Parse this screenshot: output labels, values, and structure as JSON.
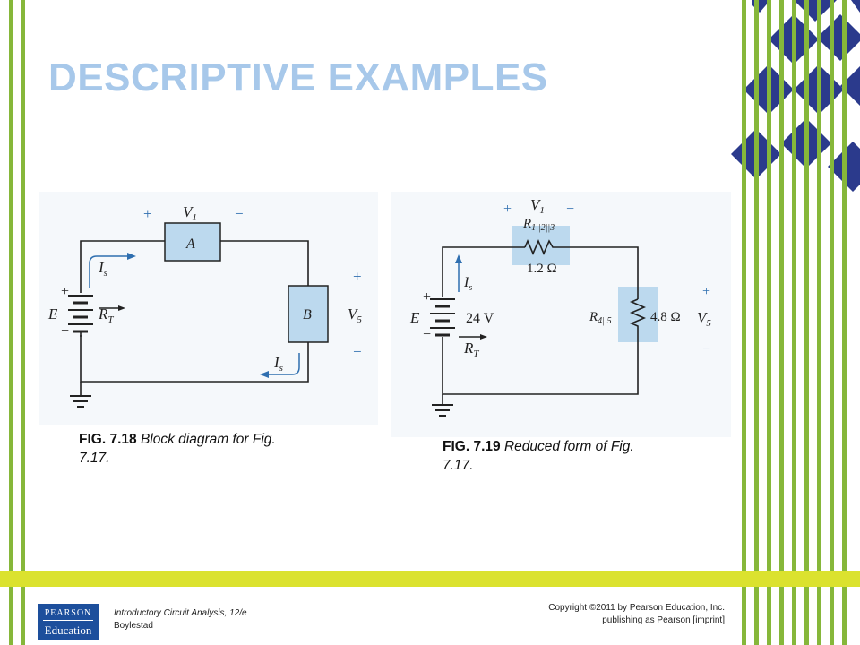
{
  "slide": {
    "title": "DESCRIPTIVE EXAMPLES"
  },
  "colors": {
    "stripe_green": "#86b73a",
    "band_yellow": "#dbe22f",
    "diamond_navy": "#2b3a8c",
    "title_blue": "#a7c8ea",
    "component_fill": "#bcd9ee",
    "wire_blue": "#2f6fb0"
  },
  "fig718": {
    "caption_number": "FIG. 7.18",
    "caption_text": "Block diagram for Fig. 7.17.",
    "labels": {
      "plus1": "+",
      "v1": "V",
      "v1_sub": "1",
      "minus1": "−",
      "block_a": "A",
      "block_b": "B",
      "plus_batt": "+",
      "e": "E",
      "rt": "R",
      "rt_sub": "T",
      "minus_batt": "−",
      "is_top": "I",
      "is_top_sub": "s",
      "is_bottom": "I",
      "is_bottom_sub": "s",
      "plus5": "+",
      "v5": "V",
      "v5_sub": "5",
      "minus5": "−"
    }
  },
  "fig719": {
    "caption_number": "FIG. 7.19",
    "caption_text": "Reduced form of Fig. 7.17.",
    "labels": {
      "plus1": "+",
      "v1": "V",
      "v1_sub": "1",
      "minus1": "−",
      "r123": "R",
      "r123_sub": "1||2||3",
      "r123_value": "1.2 Ω",
      "plus_batt": "+",
      "e": "E",
      "e_value": "24 V",
      "minus_batt": "−",
      "is": "I",
      "is_sub": "s",
      "rt": "R",
      "rt_sub": "T",
      "r45": "R",
      "r45_sub": "4||5",
      "r45_value": "4.8 Ω",
      "plus5": "+",
      "v5": "V",
      "v5_sub": "5",
      "minus5": "−"
    }
  },
  "footer": {
    "book_title": "Introductory Circuit Analysis, 12/e",
    "author": "Boylestad",
    "copyright_line1": "Copyright ©2011 by Pearson Education, Inc.",
    "copyright_line2": "publishing as Pearson [imprint]",
    "logo_line1": "PEARSON",
    "logo_line2": "Education"
  }
}
